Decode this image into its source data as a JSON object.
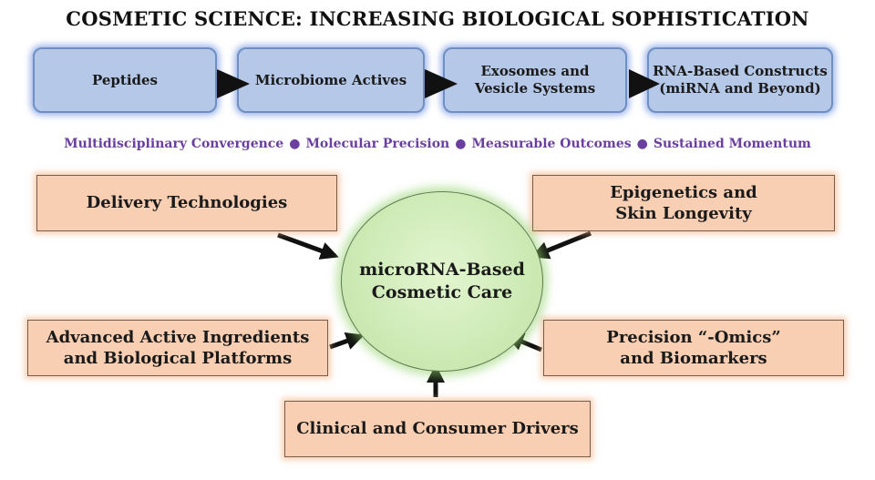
{
  "title": "COSMETIC SCIENCE: INCREASING BIOLOGICAL SOPHISTICATION",
  "stages": [
    "Peptides",
    "Microbiome Actives",
    "Exosomes and\nVesicle Systems",
    "RNA-Based Constructs\n(miRNA and Beyond)"
  ],
  "tagline": [
    "Multidisciplinary Convergence",
    "Molecular Precision",
    "Measurable Outcomes",
    "Sustained Momentum"
  ],
  "tagline_separator": "●",
  "center": "microRNA-Based\nCosmetic Care",
  "factors": {
    "delivery": "Delivery Technologies",
    "epigenetics": "Epigenetics and\nSkin Longevity",
    "advanced": "Advanced Active Ingredients\nand Biological Platforms",
    "omics": "Precision “-Omics”\nand Biomarkers",
    "clinical": "Clinical and Consumer Drivers"
  },
  "colors": {
    "stage_fill": "#b5c8e8",
    "stage_glow": "#5a82dc",
    "tagline": "#6b3fa0",
    "factor_fill": "#f8cfb3",
    "center_fill": "#cdeab5",
    "arrow": "#111111"
  }
}
